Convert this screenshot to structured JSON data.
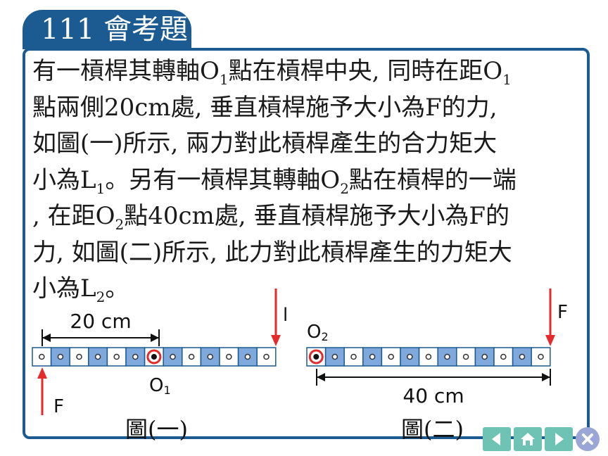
{
  "header": {
    "tag": "111  會考題"
  },
  "question": {
    "lines": [
      [
        {
          "t": "有一槓桿其轉軸O"
        },
        {
          "s": "1"
        },
        {
          "t": "點在槓桿中央, 同時在距O"
        },
        {
          "s": "1"
        }
      ],
      [
        {
          "t": "點兩側20cm處, 垂直槓桿施予大小為F的力,"
        }
      ],
      [
        {
          "t": "如圖(一)所示, 兩力對此槓桿產生的合力矩大"
        }
      ],
      [
        {
          "t": "小為L"
        },
        {
          "s": "1"
        },
        {
          "t": "。另有一槓桿其轉軸O"
        },
        {
          "s": "2"
        },
        {
          "t": "點在槓桿的一端"
        }
      ],
      [
        {
          "t": ", 在距O"
        },
        {
          "s": "2"
        },
        {
          "t": "點40cm處, 垂直槓桿施予大小為F的"
        }
      ],
      [
        {
          "t": "力, 如圖(二)所示, 此力對此槓桿產生的力矩大"
        }
      ],
      [
        {
          "t": "小為L"
        },
        {
          "s": "2"
        },
        {
          "t": "。"
        }
      ]
    ]
  },
  "figure1": {
    "caption": "圖(一)",
    "distance_label": "20 cm",
    "pivot_label": "O",
    "pivot_sub": "1",
    "force_bottom_label": "F",
    "force_top_label": "l",
    "holes": 13,
    "pivot_index": 6
  },
  "figure2": {
    "caption": "圖(二)",
    "distance_label": "40 cm",
    "pivot_label": "O",
    "pivot_sub": "2",
    "force_label": "F",
    "holes": 13,
    "pivot_index": 0
  },
  "nav": {
    "icons": [
      "prev-icon",
      "home-icon",
      "next-icon",
      "close-icon"
    ]
  },
  "colors": {
    "brand": "#1b5b91",
    "lever_dark": "#7fa8dc",
    "lever_light": "#ffffff",
    "arrow": "#e32b2b",
    "nav": "#6fc3b5"
  }
}
